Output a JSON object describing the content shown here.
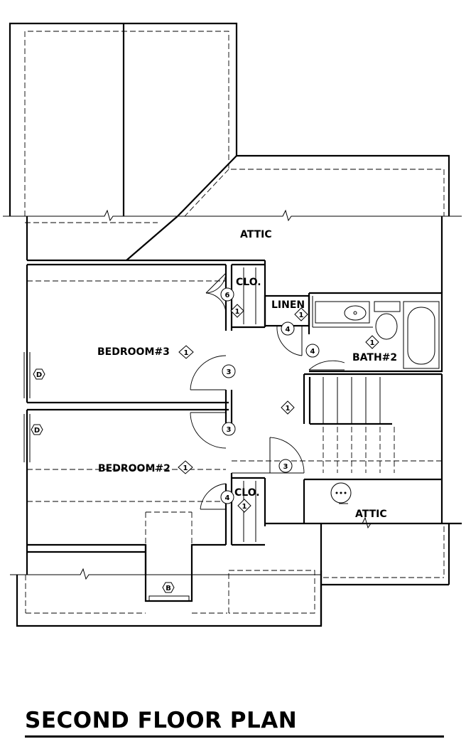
{
  "title": "SECOND FLOOR PLAN",
  "rooms": {
    "attic_top": "ATTIC",
    "attic_bottom": "ATTIC",
    "clo_top": "CLO.",
    "clo_bottom": "CLO.",
    "linen": "LINEN",
    "bedroom3": "BEDROOM#3",
    "bedroom2": "BEDROOM#2",
    "bath2": "BATH#2"
  },
  "window_tags": {
    "d_top": "D",
    "d_bottom": "D",
    "b": "B"
  },
  "door_tags": {
    "clo_top_door": "6",
    "linen_door": "4",
    "bath_door": "4",
    "bed3_door": "3",
    "bed2_door": "3",
    "stair_door": "3",
    "clo_bottom_door": "4"
  },
  "finish_tags": {
    "clo_top": "1",
    "linen": "1",
    "bedroom3": "1",
    "bath2": "1",
    "hall": "1",
    "bedroom2": "1",
    "clo_bottom": "1"
  }
}
